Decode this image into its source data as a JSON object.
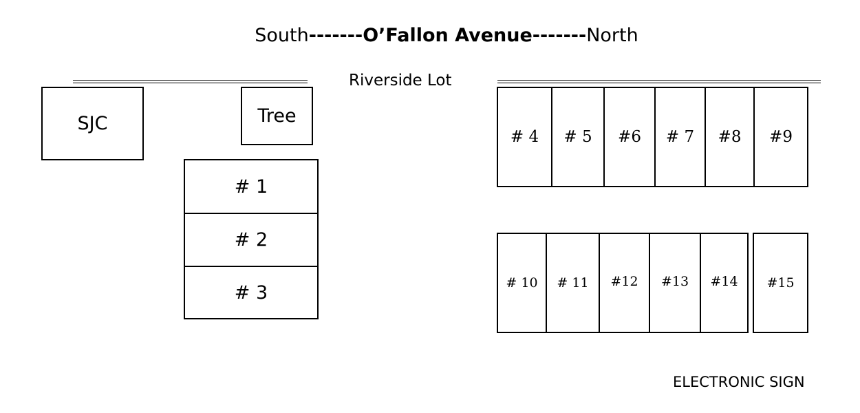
{
  "heading": {
    "south": "South",
    "dashes": "-------",
    "street": "O’Fallon Avenue",
    "north": "North"
  },
  "lot_label": "Riverside Lot",
  "sjc_label": "SJC",
  "tree_label": "Tree",
  "left_spaces": [
    "# 1",
    "# 2",
    "# 3"
  ],
  "top_row_spaces": [
    "# 4",
    "# 5",
    "#6",
    "# 7",
    "#8",
    "#9"
  ],
  "bottom_row_spaces": [
    "# 10",
    "# 11",
    "#12",
    "#13",
    "#14"
  ],
  "end_space": "#15",
  "sign_label": "ELECTRONIC SIGN"
}
